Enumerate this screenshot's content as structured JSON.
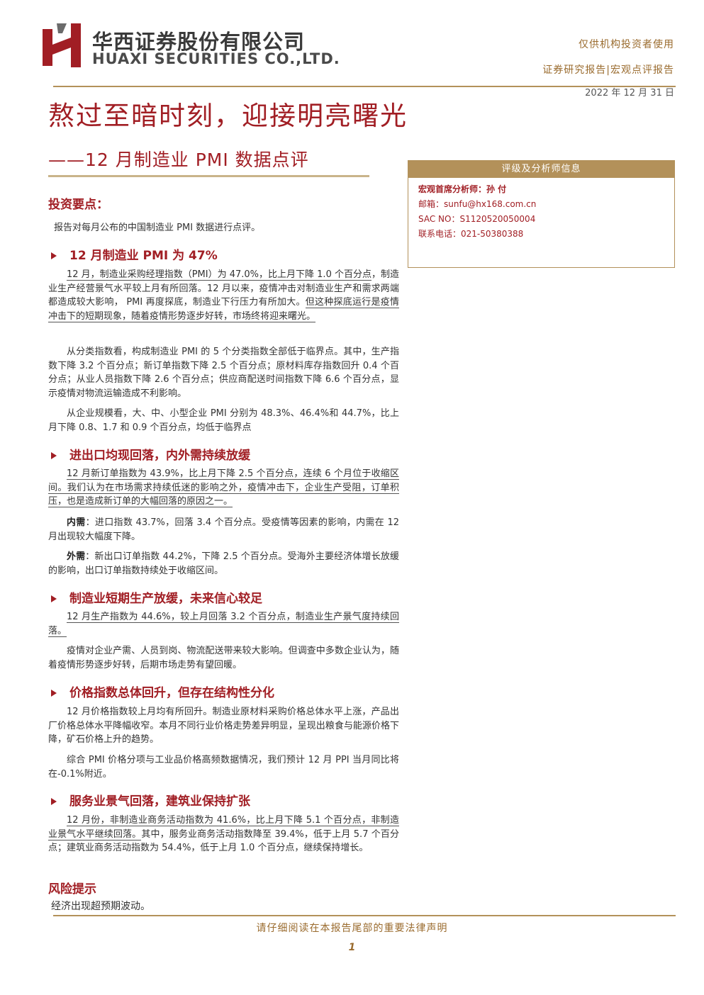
{
  "header": {
    "company_cn": "华西证券股份有限公司",
    "company_en": "HUAXI SECURITIES CO.,LTD.",
    "audience": "仅供机构投资者使用",
    "report_type": "证券研究报告|宏观点评报告",
    "date": "2022 年 12 月 31 日"
  },
  "title": "熬过至暗时刻，迎接明亮曙光",
  "subtitle": "——12 月制造业 PMI 数据点评",
  "rating_box": {
    "header": "评级及分析师信息",
    "analyst": "宏观首席分析师：孙 付",
    "email": "邮箱：sunfu@hx168.com.cn",
    "sac": "SAC NO：S1120520050004",
    "phone": "联系电话：021-50380388"
  },
  "investment_label": "投资要点：",
  "intro": "报告对每月公布的中国制造业 PMI 数据进行点评。",
  "sections": [
    {
      "heading": "12 月制造业 PMI 为 47%",
      "p1_hl": "12 月，制造业采购经理指数（PMI）为 47.0%，比上月下降 1.0 个百分点",
      "p1_rest": "，制造业生产经营景气水平较上月有所回落。12 月以来，疫情冲击对制造业生产和需求两端都造成较大影响， PMI 再度探底，制造业下行压力有所加大。",
      "p1_hl2": "但这种探底运行是疫情冲击下的短期现象，随着疫情形势逐步好转，市场终将迎来曙光。",
      "p2": "从分类指数看，构成制造业 PMI 的 5 个分类指数全部低于临界点。其中，生产指数下降 3.2 个百分点；新订单指数下降 2.5 个百分点；原材料库存指数回升 0.4 个百分点；从业人员指数下降 2.6 个百分点；供应商配送时间指数下降 6.6 个百分点，显示疫情对物流运输造成不利影响。",
      "p3": "从企业规模看，大、中、小型企业 PMI 分别为 48.3%、46.4%和 44.7%，比上月下降 0.8、1.7 和 0.9 个百分点，均低于临界点"
    },
    {
      "heading": "进出口均现回落，内外需持续放缓",
      "p1_hl": "12 月新订单指数为 43.9%，比上月下降 2.5 个百分点，连续 6 个月位于收缩区间。我们认为在市场需求持续低迷的影响之外，疫情冲击下，企业生产受阻，订单积压，也是造成新订单的大幅回落的原因之一。",
      "p2_label": "内需",
      "p2": "：进口指数 43.7%，回落 3.4 个百分点。受疫情等因素的影响，内需在 12 月出现较大幅度下降。",
      "p3_label": "外需",
      "p3": "：新出口订单指数 44.2%，下降 2.5 个百分点。受海外主要经济体增长放缓的影响，出口订单指数持续处于收缩区间。"
    },
    {
      "heading": "制造业短期生产放缓，未来信心较足",
      "p1_hl": "12 月生产指数为 44.6%，较上月回落 3.2 个百分点，制造业生产景气度持续回落。",
      "p2": "疫情对企业产需、人员到岗、物流配送带来较大影响。但调查中多数企业认为，随着疫情形势逐步好转，后期市场走势有望回暖。"
    },
    {
      "heading": "价格指数总体回升，但存在结构性分化",
      "p1": "12 月价格指数较上月均有所回升。制造业原材料采购价格总体水平上涨，产品出厂价格总体水平降幅收窄。本月不同行业价格走势差异明显，呈现出粮食与能源价格下降，矿石价格上升的趋势。",
      "p2": "综合 PMI 价格分项与工业品价格高频数据情况，我们预计 12 月 PPI 当月同比将在-0.1%附近。"
    },
    {
      "heading": "服务业景气回落，建筑业保持扩张",
      "p1_hl": "12 月份，非制造业商务活动指数为 41.6%，比上月下降 5.1 个百分点，非制造业景气水平继续回落。",
      "p1_rest": "其中，服务业商务活动指数降至 39.4%，低于上月 5.7 个百分点；建筑业商务活动指数为 54.4%，低于上月 1.0 个百分点，继续保持增长。"
    }
  ],
  "risk": {
    "heading": "风险提示",
    "text": "经济出现超预期波动。"
  },
  "footer": {
    "notice": "请仔细阅读在本报告尾部的重要法律声明",
    "page": "1"
  },
  "colors": {
    "brand_red": "#a11e24",
    "gold": "#b3915a"
  },
  "icons": {
    "logo": "huaxi-logo-icon",
    "bullet": "triangle-bullet-icon"
  }
}
